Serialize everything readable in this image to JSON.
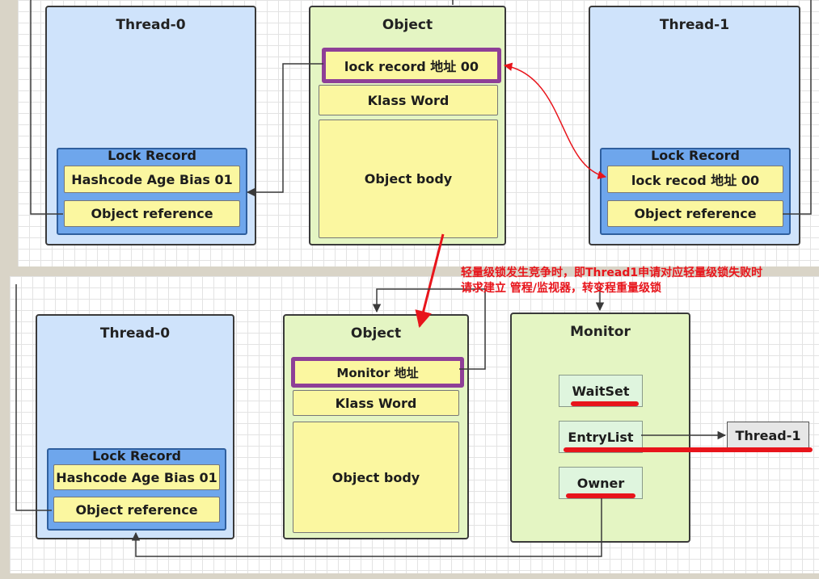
{
  "top": {
    "thread0": {
      "title": "Thread-0",
      "lock_record": {
        "title": "Lock Record",
        "field1": "Hashcode Age Bias 01",
        "field2": "Object reference"
      }
    },
    "object": {
      "title": "Object",
      "mark_word": "lock record 地址 00",
      "klass_word": "Klass Word",
      "body": "Object body"
    },
    "thread1": {
      "title": "Thread-1",
      "lock_record": {
        "title": "Lock Record",
        "field1": "lock recod 地址 00",
        "field2": "Object reference"
      }
    }
  },
  "annotation": {
    "line1": "轻量级锁发生竞争时，即Thread1申请对应轻量级锁失败时",
    "line2": "请求建立 管程/监视器，转变程重量级锁"
  },
  "bottom": {
    "thread0": {
      "title": "Thread-0",
      "lock_record": {
        "title": "Lock Record",
        "field1": "Hashcode Age Bias 01",
        "field2": "Object reference"
      }
    },
    "object": {
      "title": "Object",
      "mark_word": "Monitor 地址",
      "klass_word": "Klass Word",
      "body": "Object body"
    },
    "monitor": {
      "title": "Monitor",
      "waitset": "WaitSet",
      "entrylist": "EntryList",
      "owner": "Owner"
    },
    "entry_thread": "Thread-1"
  },
  "colors": {
    "highlight": "#8e3f97",
    "annotation": "#e8141b",
    "cell_fill": "#fbf7a0",
    "thread_fill": "#cfe3fb",
    "object_fill": "#e4f5c3"
  }
}
